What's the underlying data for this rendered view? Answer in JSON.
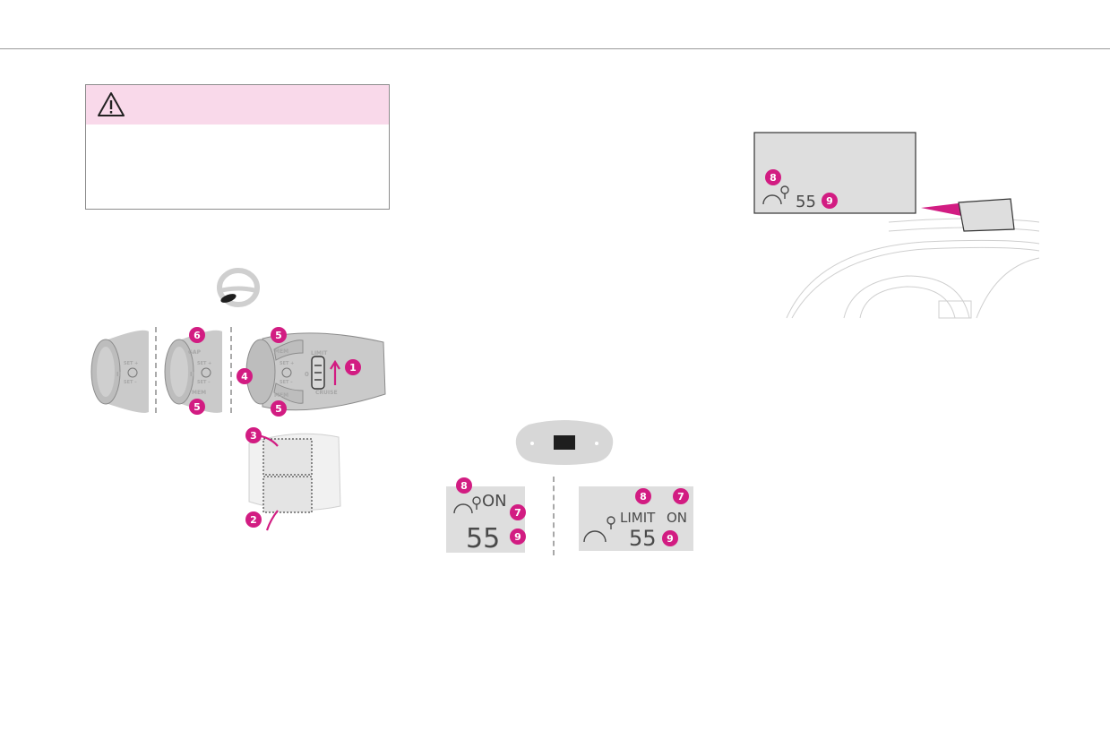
{
  "colors": {
    "accent": "#d21c82",
    "warning_band": "#f9d9ea",
    "display_bg": "#dedede",
    "part_gray": "#bdbdbd",
    "rule": "#9a9a9a"
  },
  "warning": {
    "icon": "warning-triangle-icon"
  },
  "stalk": {
    "labels": {
      "set_plus": "SET +",
      "set_minus": "SET –",
      "gap": "GAP",
      "mem": "MEM",
      "limit": "LIMIT",
      "zero": "0",
      "cruise": "CRUISE",
      "pause": "II"
    },
    "callouts": {
      "n1": "1",
      "n2": "2",
      "n3": "3",
      "n4": "4",
      "n5": "5",
      "n6": "6"
    }
  },
  "instrument_display": {
    "left_panel": {
      "status": "ON",
      "speed": "55"
    },
    "right_panel": {
      "mode": "LIMIT",
      "status": "ON",
      "speed": "55"
    },
    "callouts": {
      "n7": "7",
      "n8": "8",
      "n9": "9"
    }
  },
  "head_up_display": {
    "speed": "55",
    "callouts": {
      "n8": "8",
      "n9": "9"
    }
  }
}
